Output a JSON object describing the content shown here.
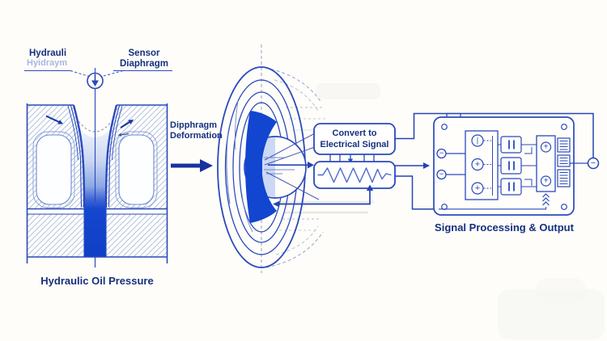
{
  "left_section": {
    "label_hydraulic_bold": "Hydrauli",
    "label_hydraulic_ghost": "Hyidraym",
    "label_sensor_line1": "Sensor",
    "label_sensor_line2": "Diaphragm",
    "caption": "Hydraulic Oil Pressure"
  },
  "middle_section": {
    "label_deformation_line1": "Dipphragm",
    "label_deformation_line2": "Deformation",
    "convert_box_line1": "Convert to",
    "convert_box_line2": "Electrical Signal"
  },
  "right_section": {
    "caption": "Signal Processing & Output"
  },
  "icons": {
    "pressure_inlet": "↓",
    "minus": "−",
    "plus": "+",
    "bar": "|",
    "up_chevron": "^"
  },
  "colors": {
    "line_blue": "#2a49bd",
    "deep_blue_fill": "#1245d0",
    "arrow_blue": "#16339e",
    "text_navy": "#14307f",
    "ghost_blue": "#a6b7e3",
    "light_fill": "#ccd9f4",
    "hatch_blue": "#aabbe4",
    "background": "#fffdf9"
  }
}
